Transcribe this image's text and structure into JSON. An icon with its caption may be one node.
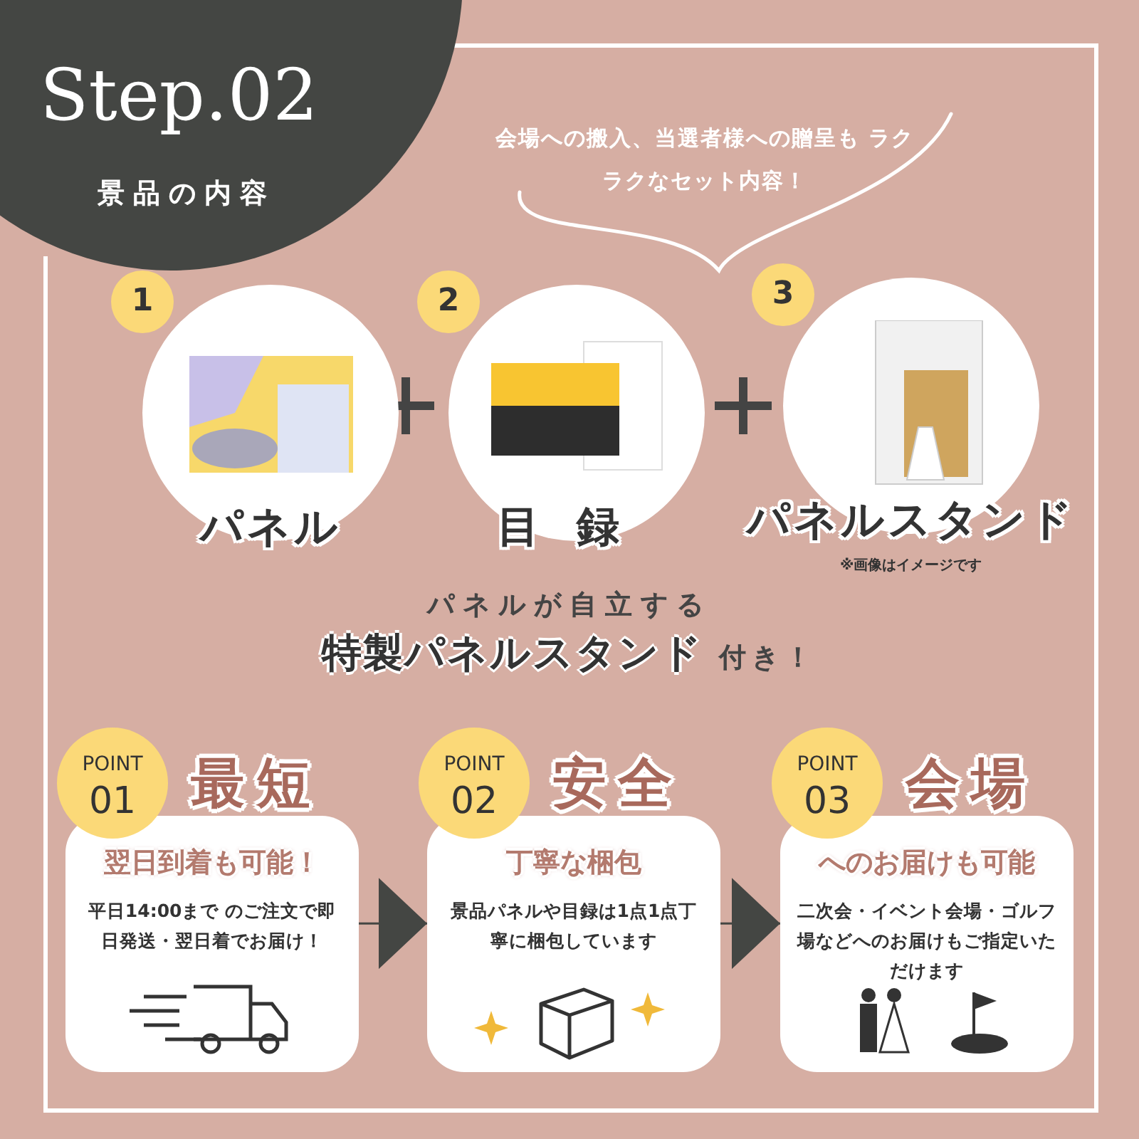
{
  "diagram": {
    "title": "Step.02",
    "nodes": [
      {
        "text": [
          "1",
          "パネル"
        ]
      },
      {
        "text": [
          "2",
          "目録"
        ]
      },
      {
        "text": [
          "3",
          "パネルスタンド"
        ],
        "beside": [
          "※画像はイメージです"
        ]
      },
      {
        "text": [
          "POINT 01",
          "最短",
          "翌日到着も可能！",
          "**平日14:00まで** のご注文で即日発送・翌日着でお届け！"
        ]
      },
      {
        "text": [
          "POINT 02",
          "安全",
          "丁寧な梱包",
          "景品パネルや目録は1点1点丁寧に梱包しています"
        ]
      },
      {
        "text": [
          "POINT 03",
          "会場",
          "へのお届けも可能",
          "二次会・イベント会場・ゴルフ場などへのお届けもご指定いただけます"
        ]
      }
    ],
    "edges": [
      {
        "from": 3,
        "to": 4,
        "arrow": "to"
      },
      {
        "from": 4,
        "to": 5,
        "arrow": "to"
      }
    ],
    "labels": [
      "景品の内容",
      "会場への搬入、当選者様への贈呈も ラクラクなセット内容！",
      "パネルが自立する",
      "**特製パネルスタンド** 付き！"
    ]
  }
}
